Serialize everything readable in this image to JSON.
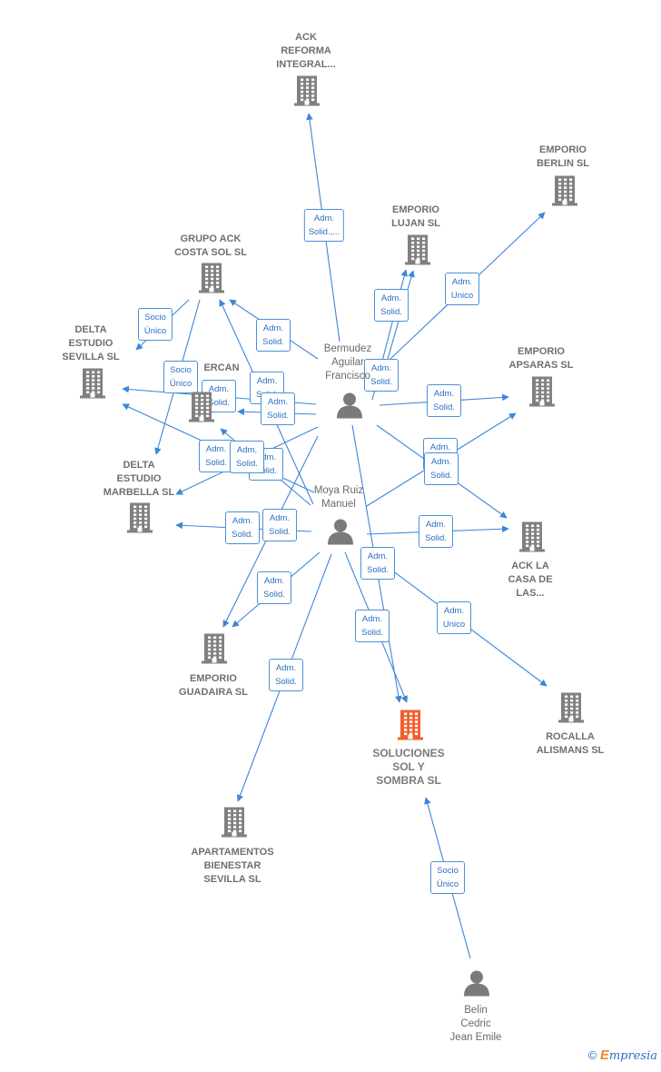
{
  "nodes": [
    {
      "id": "ack_reforma",
      "kind": "company",
      "label": "ACK\nREFORMA\nINTEGRAL..."
    },
    {
      "id": "emporio_berlin",
      "kind": "company",
      "label": "EMPORIO\nBERLIN  SL"
    },
    {
      "id": "emporio_lujan",
      "kind": "company",
      "label": "EMPORIO\nLUJAN  SL"
    },
    {
      "id": "grupo_ack",
      "kind": "company",
      "label": "GRUPO ACK\nCOSTA SOL  SL"
    },
    {
      "id": "delta_sevilla",
      "kind": "company",
      "label": "DELTA\nESTUDIO\nSEVILLA  SL"
    },
    {
      "id": "ercan",
      "kind": "company",
      "label": "ERCAN"
    },
    {
      "id": "emporio_apsaras",
      "kind": "company",
      "label": "EMPORIO\nAPSARAS SL"
    },
    {
      "id": "delta_marbella",
      "kind": "company",
      "label": "DELTA\nESTUDIO\nMARBELLA  SL"
    },
    {
      "id": "ack_casa",
      "kind": "company",
      "label": "ACK LA\nCASA DE\nLAS..."
    },
    {
      "id": "emporio_guadaira",
      "kind": "company",
      "label": "EMPORIO\nGUADAIRA SL"
    },
    {
      "id": "rocalla",
      "kind": "company",
      "label": "ROCALLA\nALISMANS  SL"
    },
    {
      "id": "soluciones",
      "kind": "focus",
      "label": "SOLUCIONES\nSOL Y\nSOMBRA  SL"
    },
    {
      "id": "apartamentos",
      "kind": "company",
      "label": "APARTAMENTOS\nBIENESTAR\nSEVILLA  SL"
    },
    {
      "id": "bermudez",
      "kind": "person",
      "label": "Bermudez\nAguilar\nFrancisco"
    },
    {
      "id": "moya",
      "kind": "person",
      "label": "Moya Ruiz\nManuel"
    },
    {
      "id": "belin",
      "kind": "person",
      "label": "Belin\nCedric\nJean Emile"
    }
  ],
  "edges": [
    {
      "from": "bermudez",
      "to": "ack_reforma",
      "label": "Adm.\nSolid.,..."
    },
    {
      "from": "bermudez",
      "to": "emporio_berlin",
      "label": "Adm.\nUnico"
    },
    {
      "from": "bermudez",
      "to": "emporio_lujan",
      "label": "Adm.\nSolid."
    },
    {
      "from": "moya",
      "to": "emporio_lujan",
      "label": "Adm.\nSolid."
    },
    {
      "from": "bermudez",
      "to": "grupo_ack",
      "label": "Adm.\nSolid."
    },
    {
      "from": "grupo_ack",
      "to": "delta_sevilla",
      "label": "Socio\nÚnico"
    },
    {
      "from": "grupo_ack",
      "to": "delta_marbella",
      "label": "Socio\nÚnico"
    },
    {
      "from": "bermudez",
      "to": "delta_sevilla",
      "label": "Adm.\nSolid."
    },
    {
      "from": "bermudez",
      "to": "ercan",
      "label": "Adm.\nSolid."
    },
    {
      "from": "moya",
      "to": "ercan",
      "label": "Adm.\nSolid."
    },
    {
      "from": "moya",
      "to": "delta_sevilla",
      "label": "Adm.\nSolid."
    },
    {
      "from": "bermudez",
      "to": "emporio_apsaras",
      "label": "Adm.\nSolid."
    },
    {
      "from": "moya",
      "to": "emporio_apsaras",
      "label": "Adm.\nSolid."
    },
    {
      "from": "bermudez",
      "to": "ack_casa",
      "label": "Adm.\nSolid."
    },
    {
      "from": "moya",
      "to": "ack_casa",
      "label": "Adm.\nSolid."
    },
    {
      "from": "bermudez",
      "to": "delta_marbella",
      "label": "Adm.\nSolid."
    },
    {
      "from": "moya",
      "to": "delta_marbella",
      "label": "Adm.\nSolid."
    },
    {
      "from": "moya",
      "to": "grupo_ack",
      "label": "Adm.\nSolid."
    },
    {
      "from": "bermudez",
      "to": "emporio_guadaira",
      "label": "Adm.\nSolid."
    },
    {
      "from": "moya",
      "to": "emporio_guadaira",
      "label": "Adm.\nSolid."
    },
    {
      "from": "moya",
      "to": "soluciones",
      "label": "Adm.\nSolid."
    },
    {
      "from": "bermudez",
      "to": "soluciones",
      "label": "Adm.\nSolid."
    },
    {
      "from": "moya",
      "to": "rocalla",
      "label": "Adm.\nUnico"
    },
    {
      "from": "moya",
      "to": "apartamentos",
      "label": "Adm.\nSolid."
    },
    {
      "from": "belin",
      "to": "soluciones",
      "label": "Socio\nÚnico"
    }
  ],
  "colors": {
    "edge": "#3d86d8",
    "company_icon": "#808080",
    "focus_icon": "#f0602c",
    "person_icon": "#7a7a7a"
  },
  "footer": {
    "copyright": "©",
    "brand_first": "E",
    "brand_rest": "mpresia"
  }
}
